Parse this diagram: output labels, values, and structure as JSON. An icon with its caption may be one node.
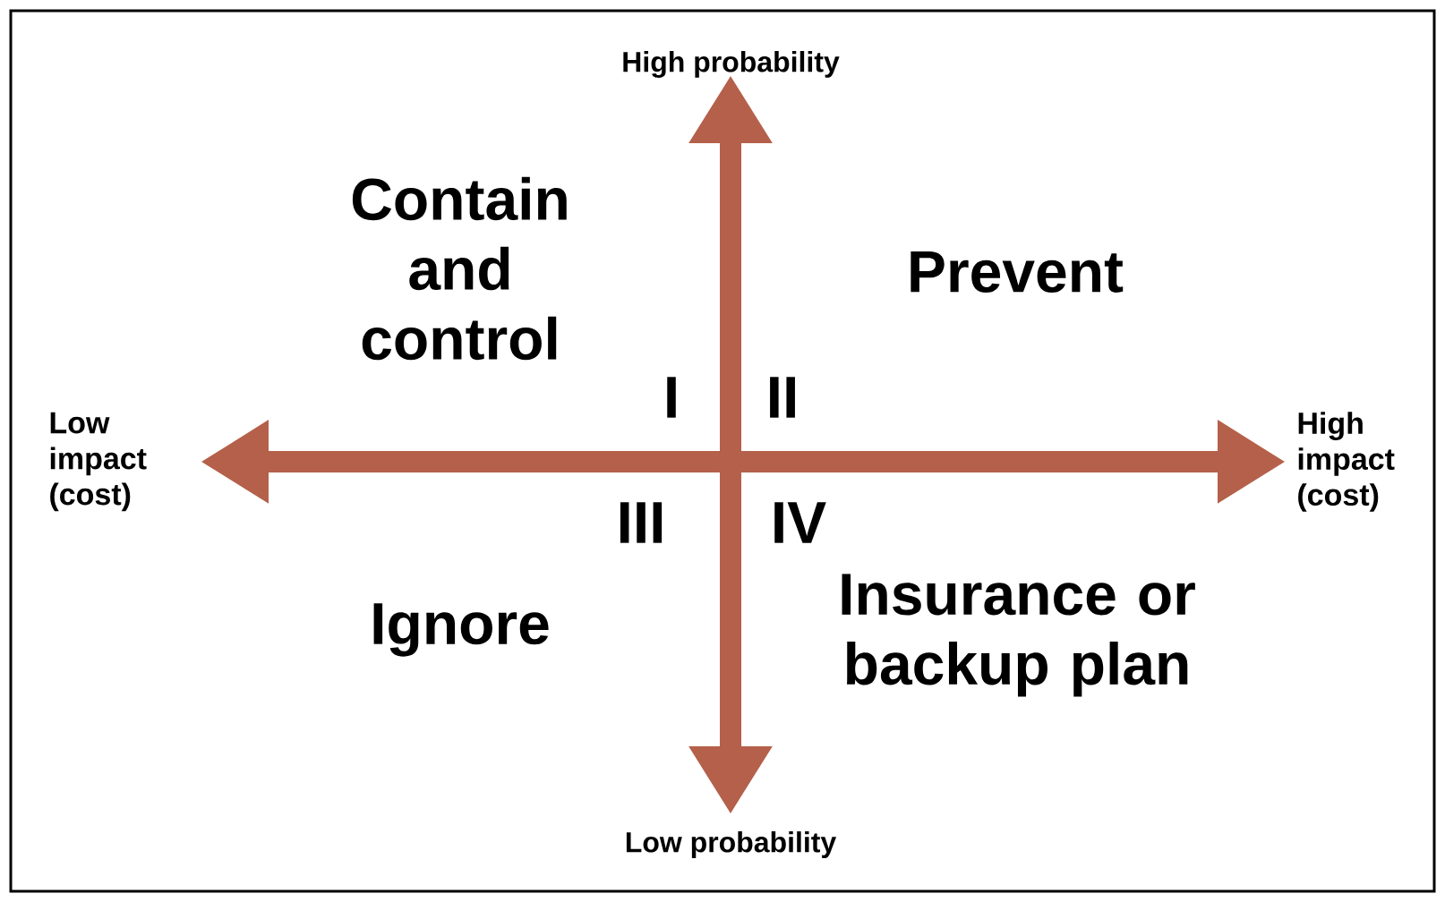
{
  "diagram": {
    "labels": [
      "High probability",
      "Contain and control",
      "Prevent",
      "Low impact (cost)",
      "I",
      "II",
      "High impact (cost)",
      "III",
      "IV",
      "Ignore",
      "Insurance or backup plan",
      "Low probability"
    ]
  }
}
